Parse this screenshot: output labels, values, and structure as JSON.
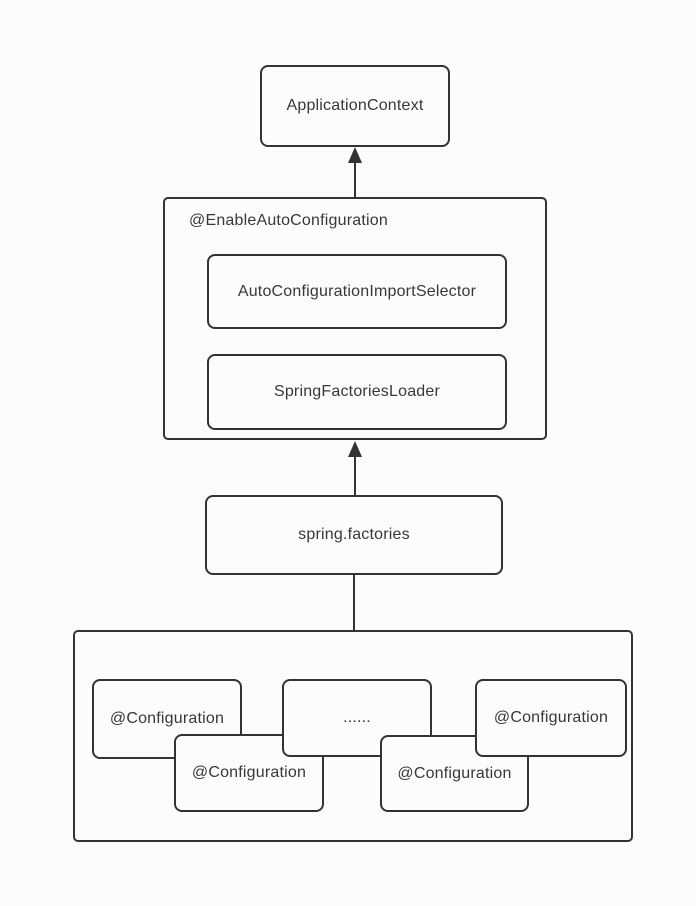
{
  "page": {
    "background_color": "#fcfcfc",
    "border_color": "#333333",
    "text_color": "#383838"
  },
  "diagram": {
    "top_box": {
      "label": "ApplicationContext"
    },
    "auto_config_container": {
      "label": "@EnableAutoConfiguration",
      "inner_boxes": [
        {
          "label": "AutoConfigurationImportSelector"
        },
        {
          "label": "SpringFactoriesLoader"
        }
      ]
    },
    "factories_box": {
      "label": "spring.factories"
    },
    "config_container": {
      "boxes": [
        {
          "label": "@Configuration"
        },
        {
          "label": "@Configuration"
        },
        {
          "label": "......"
        },
        {
          "label": "@Configuration"
        },
        {
          "label": "@Configuration"
        }
      ]
    }
  }
}
